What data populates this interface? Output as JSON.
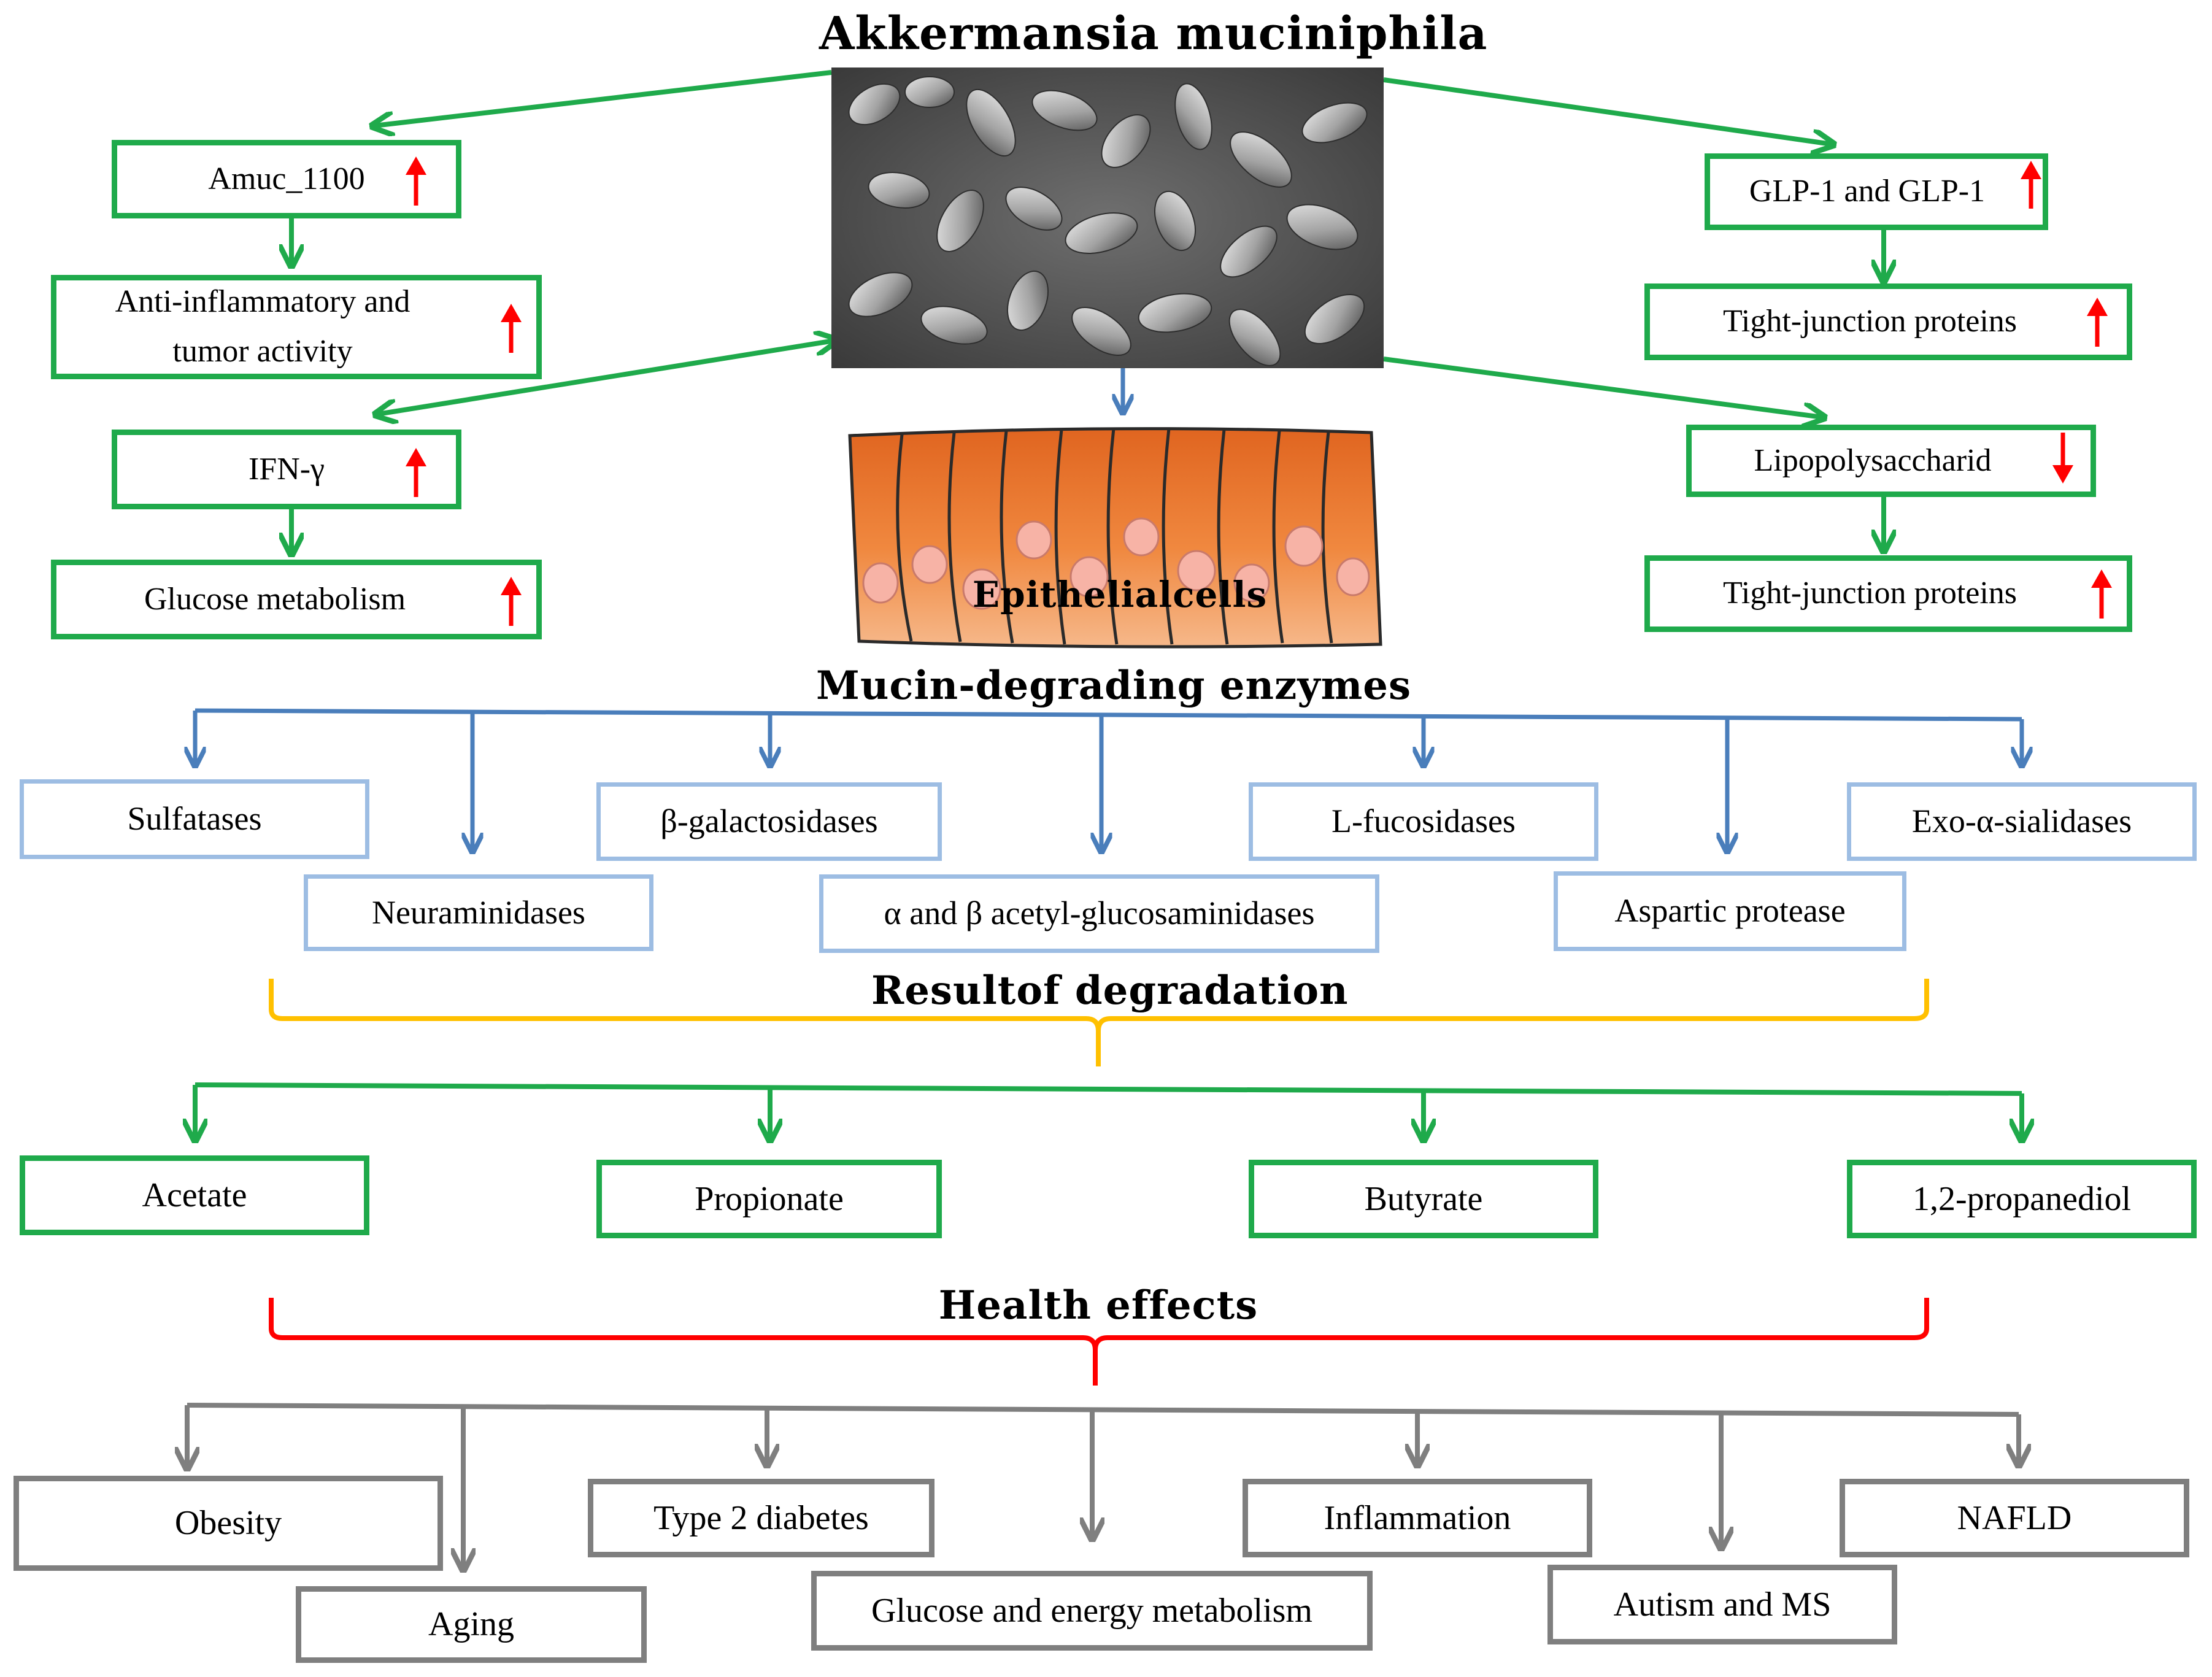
{
  "title": "Akkermansia muciniphila",
  "images": {
    "micrograph": "sem-micrograph-akkermansia",
    "epithelium": "epithelial-cell-layer",
    "epithelium_label": "Epithelialcells"
  },
  "left_boxes": {
    "amuc": "Amuc_1100",
    "antiinflam": "Anti-inflammatory  and\ntumor activity",
    "ifn": "IFN-γ",
    "glucose": "Glucose metabolism"
  },
  "right_boxes": {
    "glp": "GLP-1 and GLP-1",
    "tj1": "Tight-junction proteins",
    "lps": "Lipopolysaccharid",
    "tj2": "Tight-junction proteins"
  },
  "indicators": {
    "up_color": "#ff0000",
    "down_color": "#ff0000"
  },
  "section_titles": {
    "enzymes": "Mucin-degrading enzymes",
    "result": "Resultof degradation",
    "health": "Health effects"
  },
  "enzymes": {
    "sulfatases": "Sulfatases",
    "neuraminidases": "Neuraminidases",
    "galactosidases": "β-galactosidases",
    "acetyl": "α and β acetyl-glucosaminidases",
    "fucosidases": "L-fucosidases",
    "aspartic": "Aspartic protease",
    "sialidases": "Exo-α-sialidases"
  },
  "products": {
    "acetate": "Acetate",
    "propionate": "Propionate",
    "butyrate": "Butyrate",
    "propanediol": "1,2-propanediol"
  },
  "health_effects": {
    "obesity": "Obesity",
    "aging": "Aging",
    "t2d": "Type 2 diabetes",
    "glucose_energy": "Glucose and energy  metabolism",
    "inflammation": "Inflammation",
    "autism": "Autism and MS",
    "nafld": "NAFLD"
  },
  "colors": {
    "green": "#1faa4b",
    "blue": "#4a7ebb",
    "light_blue": "#9dbde3",
    "gray": "#7f7f7f",
    "orange_brace": "#ffc000",
    "red_brace": "#ff0000",
    "red_arrow": "#ff0000"
  }
}
